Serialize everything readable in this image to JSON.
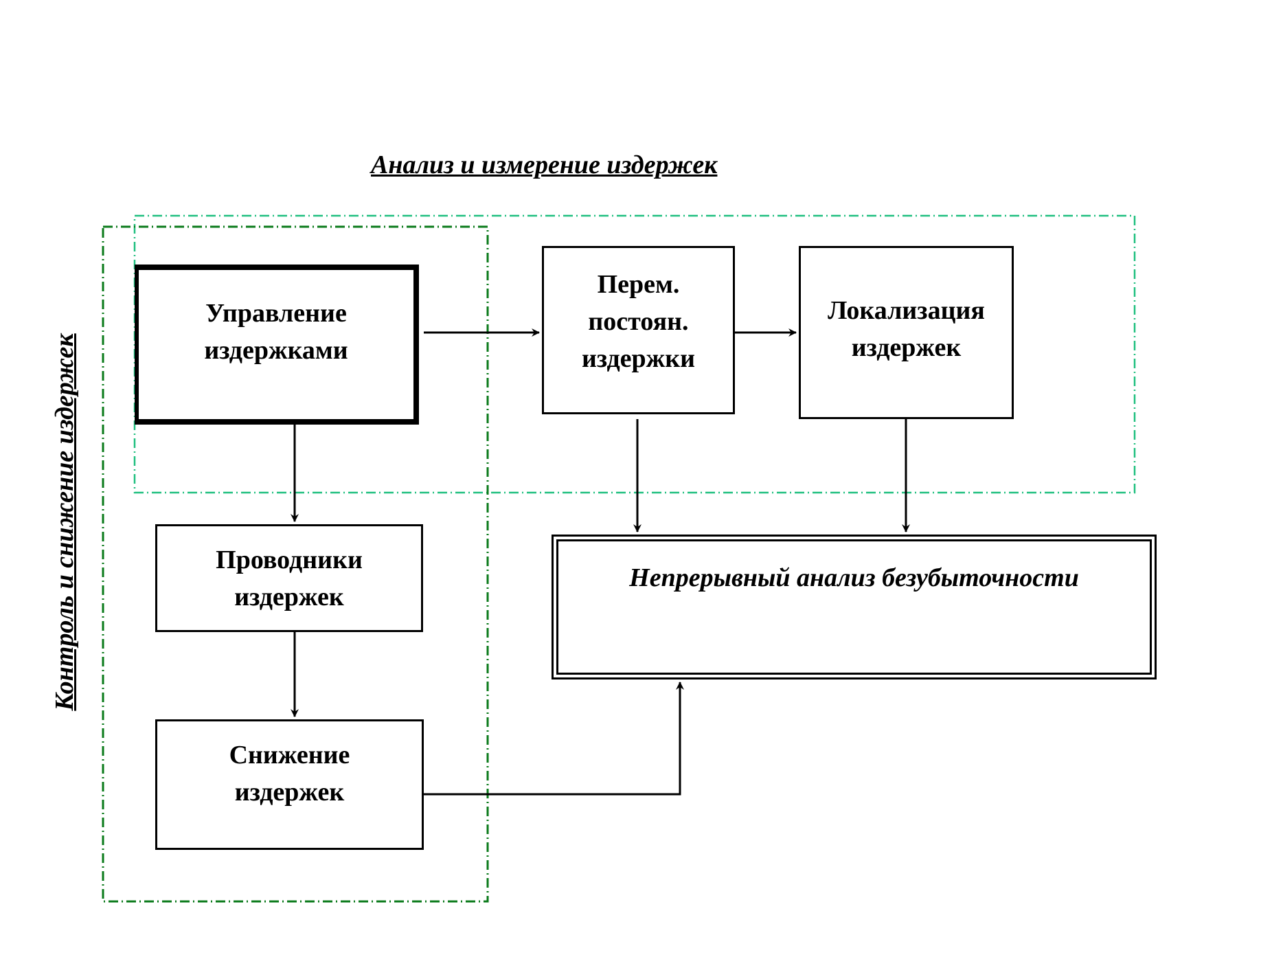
{
  "diagram": {
    "title_top": "Анализ и измерение издержек",
    "title_side": "Контроль и снижение издержек",
    "nodes": {
      "management": "Управление\nиздержками",
      "var_fixed": "Перем.\nпостоян.\nиздержки",
      "localization": "Локализация\nиздержек",
      "drivers": "Проводники\nиздержек",
      "reduction": "Снижение\n издержек",
      "breakeven": "Непрерывный анализ безубыточности"
    },
    "colors": {
      "analysis_group_border": "#1fbf7f",
      "control_group_border": "#0a7a1a",
      "lines": "#000000"
    }
  }
}
